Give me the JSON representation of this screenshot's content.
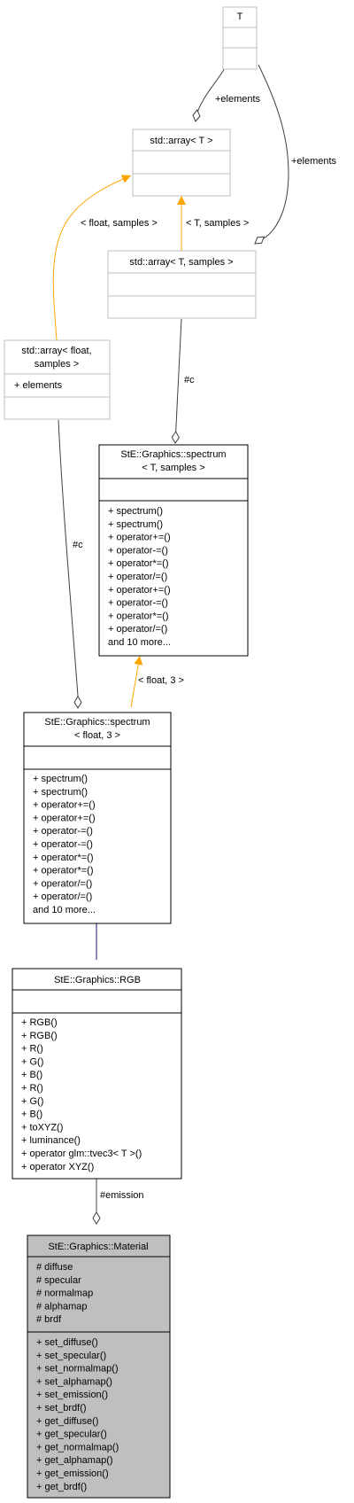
{
  "diagram": {
    "colors": {
      "association": "#404040",
      "template": "#ffa500",
      "inheritance": "#191970",
      "focus_fill": "#bfbfbf",
      "undocumented_border": "#bfbfbf"
    },
    "nodes": {
      "T": {
        "title": "T",
        "attributes": [],
        "methods": []
      },
      "std_array_T": {
        "title": "std::array< T >",
        "attributes": [],
        "methods": []
      },
      "std_array_T_samples": {
        "title": "std::array< T, samples >",
        "attributes": [],
        "methods": []
      },
      "std_array_float_samples": {
        "title_lines": [
          "std::array< float,",
          "samples >"
        ],
        "attributes": [
          "+ elements"
        ],
        "methods": []
      },
      "spectrum_T_samples": {
        "title_lines": [
          "StE::Graphics::spectrum",
          "< T, samples >"
        ],
        "attributes": [],
        "methods": [
          "+ spectrum()",
          "+ spectrum()",
          "+ operator+=()",
          "+ operator-=()",
          "+ operator*=()",
          "+ operator/=()",
          "+ operator+=()",
          "+ operator-=()",
          "+ operator*=()",
          "+ operator/=()",
          "and  10 more..."
        ]
      },
      "spectrum_float_3": {
        "title_lines": [
          "StE::Graphics::spectrum",
          "< float, 3 >"
        ],
        "attributes": [],
        "methods": [
          "+ spectrum()",
          "+ spectrum()",
          "+ operator+=()",
          "+ operator+=()",
          "+ operator-=()",
          "+ operator-=()",
          "+ operator*=()",
          "+ operator*=()",
          "+ operator/=()",
          "+ operator/=()",
          "and  10 more..."
        ]
      },
      "RGB": {
        "title": "StE::Graphics::RGB",
        "attributes": [],
        "methods": [
          "+ RGB()",
          "+ RGB()",
          "+ R()",
          "+ G()",
          "+ B()",
          "+ R()",
          "+ G()",
          "+ B()",
          "+ toXYZ()",
          "+ luminance()",
          "+ operator glm::tvec3< T >()",
          "+ operator XYZ()"
        ]
      },
      "Material": {
        "title": "StE::Graphics::Material",
        "attributes": [
          "# diffuse",
          "# specular",
          "# normalmap",
          "# alphamap",
          "# brdf"
        ],
        "methods": [
          "+ set_diffuse()",
          "+ set_specular()",
          "+ set_normalmap()",
          "+ set_alphamap()",
          "+ set_emission()",
          "+ set_brdf()",
          "+ get_diffuse()",
          "+ get_specular()",
          "+ get_normalmap()",
          "+ get_alphamap()",
          "+ get_emission()",
          "+ get_brdf()"
        ]
      }
    },
    "edge_labels": {
      "T_to_array_T": "+elements",
      "T_to_array_T_samples": "+elements",
      "array_T_to_float_samples": "< float, samples >",
      "array_T_to_T_samples": "< T, samples >",
      "array_T_samples_to_spectrum": "#c",
      "array_float_to_spectrum_float": "#c",
      "spectrum_T_to_float_3": "< float, 3 >",
      "RGB_to_Material": "#emission"
    }
  }
}
